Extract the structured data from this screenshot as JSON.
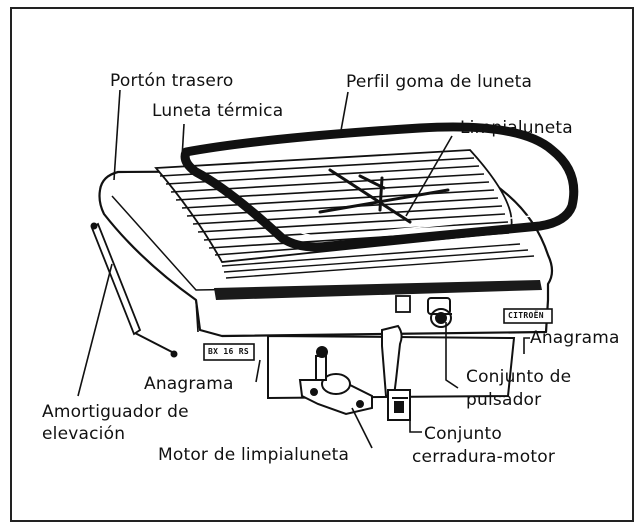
{
  "diagram": {
    "labels": {
      "porton_trasero": "Portón trasero",
      "perfil_goma": "Perfil goma de luneta",
      "luneta_termica": "Luneta térmica",
      "limpialuneta": "Limpialuneta",
      "anagrama_right": "Anagrama",
      "conjunto_pulsador_1": "Conjunto de",
      "conjunto_pulsador_2": "pulsador",
      "anagrama_left": "Anagrama",
      "amortiguador_1": "Amortiguador de",
      "amortiguador_2": "elevación",
      "conjunto_cerradura_1": "Conjunto",
      "conjunto_cerradura_2": "cerradura-motor",
      "motor_limpialuneta": "Motor de limpialuneta"
    },
    "badges": {
      "model": "BX 16 RS",
      "brand": "CITROËN"
    }
  }
}
